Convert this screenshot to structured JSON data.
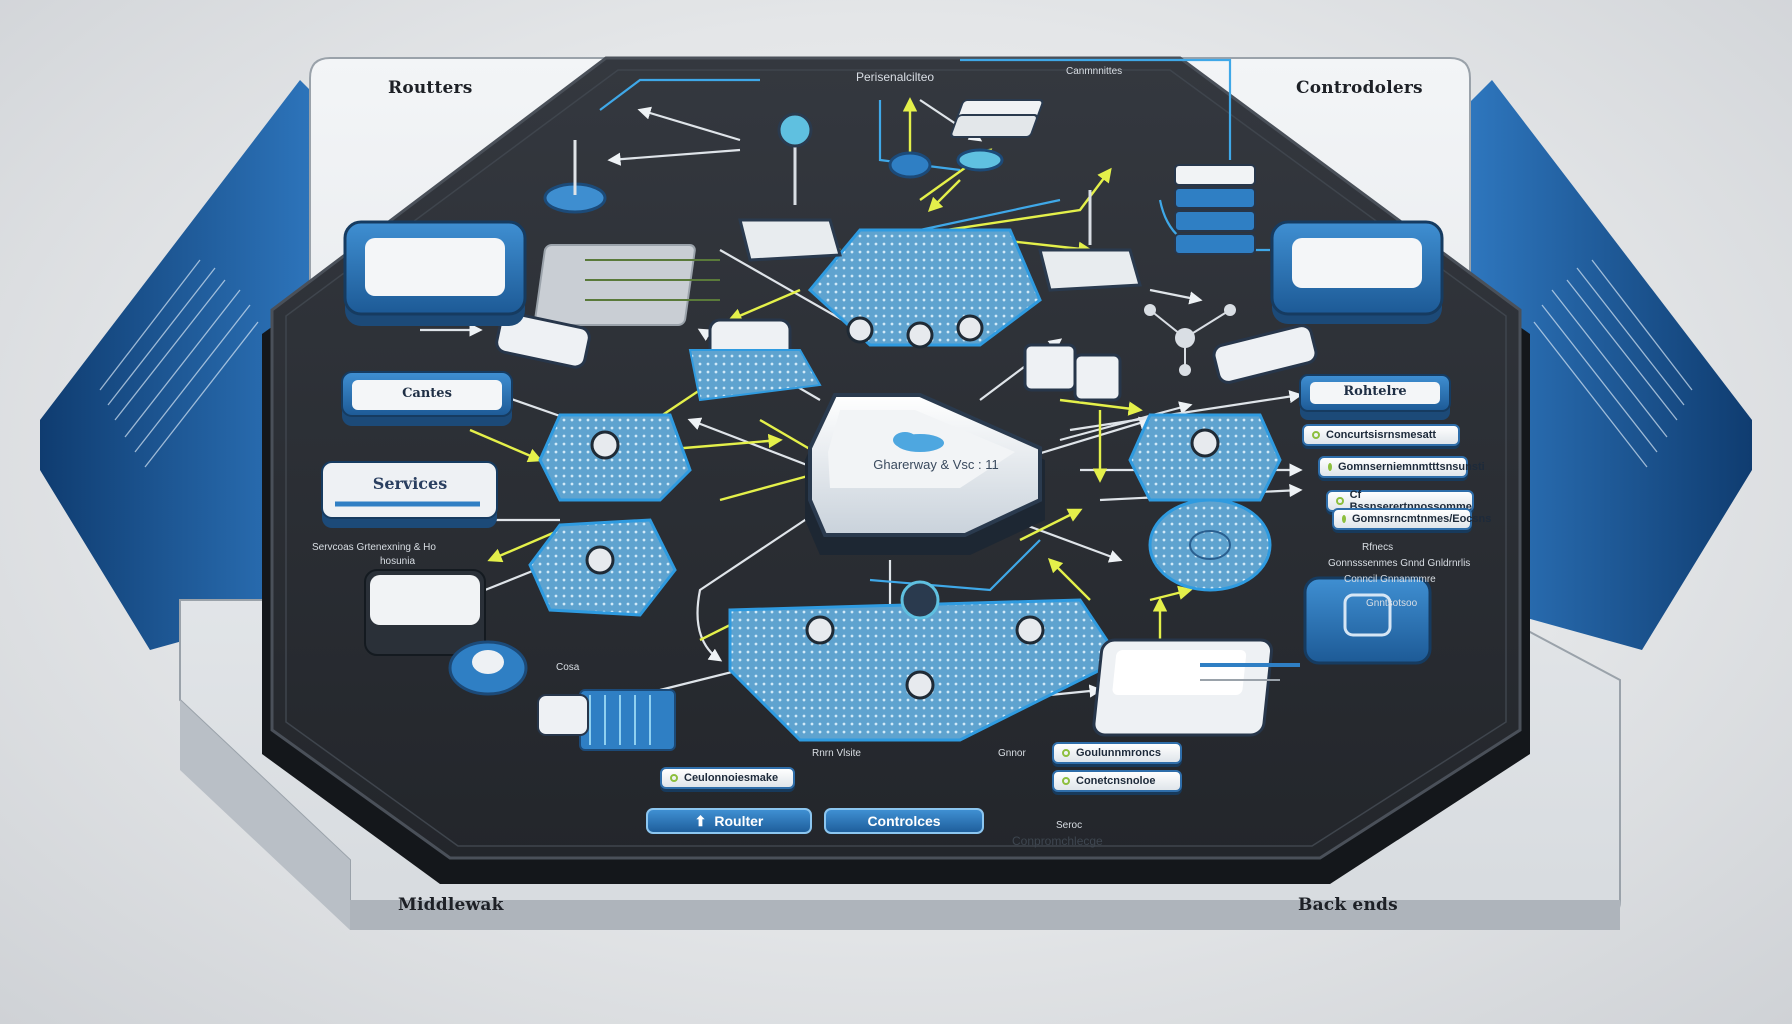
{
  "corners": {
    "top_left": "Routters",
    "top_right": "Controdolers",
    "bottom_left": "Middlewak",
    "bottom_right": "Back ends"
  },
  "top_center_label": "Perisenalcilteo",
  "top_right_small": "Canmnnittes",
  "hub": {
    "label": "Gharerway & Vsc : 11"
  },
  "left_boxes": {
    "cantes": "Cantes",
    "services": "Services"
  },
  "left_small": "Servcoas Grtenexning & Ho",
  "left_small_2": "hosunia",
  "left_small_3": "Cosa",
  "right_boxes": {
    "rohtelre": "Rohtelre"
  },
  "right_pills": [
    "Concurtsisrnsmesatt",
    "Gomnserniemnmtttsnsunsti",
    "Cf Bssnserertnnossomme",
    "Gomnsrncmtnmes/Eocsns"
  ],
  "right_small": [
    "Rfnecs",
    "Gonnsssenmes Gnnd Gnldrnrlis",
    "Conncil Gnnanmmre",
    "Gnntsotsoo"
  ],
  "bottom_pills": [
    "Ceulonnoiesmake",
    "Goulunnmroncs",
    "Conetcnsnoloe"
  ],
  "bottom_buttons": {
    "router": "Roulter",
    "controllers": "Controlces"
  },
  "bottom_small": [
    "Rnrn Vlsite",
    "Gnnor",
    "Conpromchlecge",
    "Seroc"
  ],
  "colors": {
    "board": "#2b2f35",
    "frame": "#e7eaed",
    "accent_blue": "#2f7fc4",
    "arrow_yellow": "#e4f04a",
    "panel_blue": "#1f5a98"
  }
}
